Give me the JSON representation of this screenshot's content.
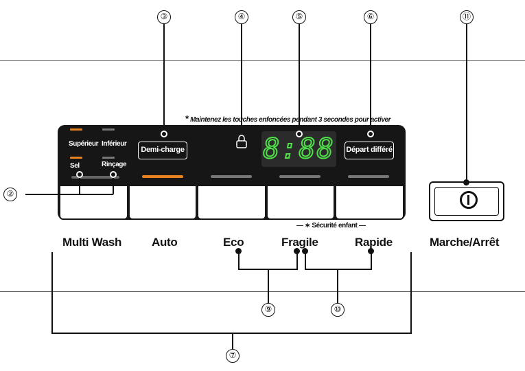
{
  "callouts": {
    "c2": "②",
    "c3": "③",
    "c4": "④",
    "c5": "⑤",
    "c6": "⑥",
    "c7": "⑦",
    "c9": "⑨",
    "c10": "⑩",
    "c11": "⑪"
  },
  "panel": {
    "hold_note": "Maintenez les touches enfoncées pendant 3 secondes pour activer",
    "hold_note_marker": "*",
    "salt_upper": "Supérieur",
    "salt_lower": "Inférieur",
    "salt_sel": "Sel",
    "salt_rincage": "Rinçage",
    "half_load": "Demi-charge",
    "delay_start": "Départ différé",
    "display_value": "8:88",
    "child_lock": "— ∗ Sécurité enfant —",
    "lock_icon": "padlock-icon",
    "accent_color": "#e8821e",
    "display_color": "#4fe04a"
  },
  "programs": [
    "Multi Wash",
    "Auto",
    "Eco",
    "Fragile",
    "Rapide"
  ],
  "power": {
    "label": "Marche/Arrêt",
    "icon": "power-icon"
  }
}
